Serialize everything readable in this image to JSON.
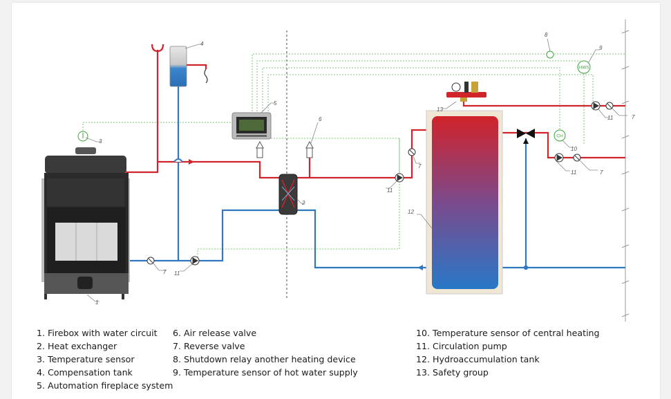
{
  "callouts": [
    "1",
    "2",
    "3",
    "4",
    "5",
    "6",
    "7",
    "7",
    "7",
    "7",
    "8",
    "9",
    "10",
    "11",
    "11",
    "11",
    "11",
    "12",
    "13"
  ],
  "sensor_labels": {
    "hws": "HWS",
    "ch": "CH"
  },
  "colors": {
    "hot_pipe": "#d1232a",
    "cold_pipe": "#2f78c0",
    "signal_line": "#7ec77a",
    "sensor": "#3aa53a",
    "tank_top": "#d1232a",
    "tank_bottom": "#2878c8"
  },
  "legend": {
    "col1": [
      "1. Firebox with water circuit",
      "2. Heat exchanger",
      "3. Temperature sensor",
      "4. Compensation tank",
      "5. Automation fireplace system"
    ],
    "col2": [
      "6. Air release valve",
      "7. Reverse valve",
      "8. Shutdown relay another heating device",
      "9. Temperature sensor of hot water supply"
    ],
    "col3": [
      "10. Temperature sensor of central heating",
      "11. Circulation pump",
      "12. Hydroaccumulation tank",
      "13. Safety group"
    ]
  }
}
